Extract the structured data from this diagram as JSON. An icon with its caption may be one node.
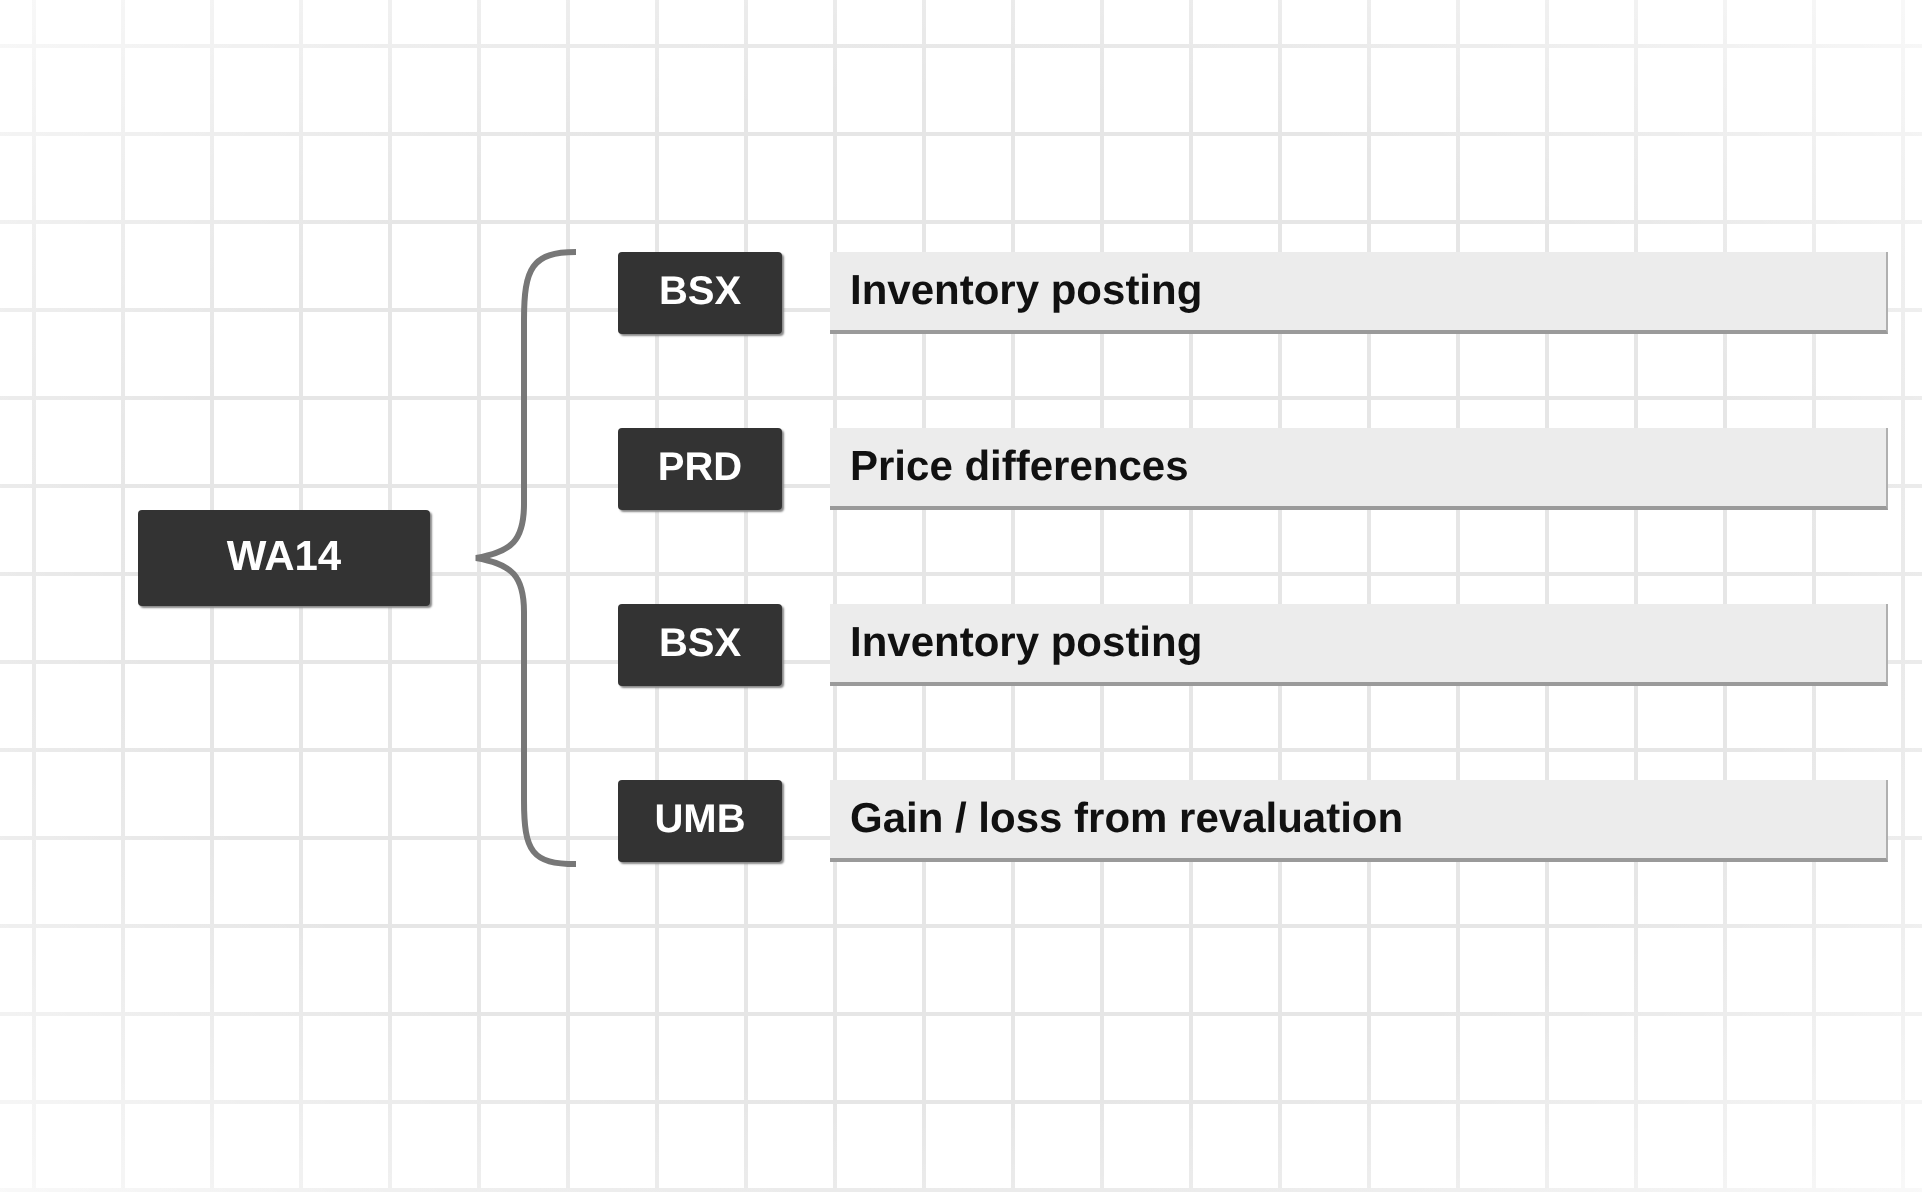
{
  "diagram": {
    "nodes": [
      {
        "text": [
          "WA14"
        ]
      },
      {
        "text": [
          "BSX"
        ]
      },
      {
        "text": [
          "Inventory posting"
        ]
      },
      {
        "text": [
          "PRD"
        ]
      },
      {
        "text": [
          "Price differences"
        ]
      },
      {
        "text": [
          "BSX"
        ]
      },
      {
        "text": [
          "Inventory posting"
        ]
      },
      {
        "text": [
          "UMB"
        ]
      },
      {
        "text": [
          "Gain / loss from revaluation"
        ]
      }
    ]
  }
}
